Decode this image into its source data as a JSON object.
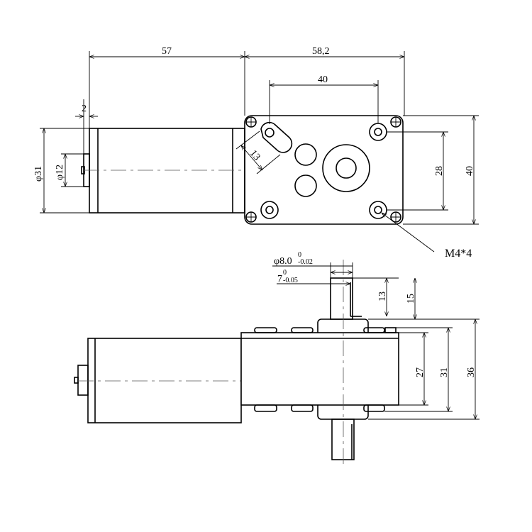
{
  "top_view": {
    "dim_motor_length": "57",
    "dim_gearbox_length": "58,2",
    "dim_hole_spacing_h": "40",
    "dim_hole_spacing_v": "28",
    "dim_gearbox_height": "40",
    "dim_motor_diameter": "φ31",
    "dim_boss_diameter": "φ12",
    "dim_boss_thickness": "2",
    "dim_slot": "13",
    "screw_callout": "M4*4"
  },
  "side_view": {
    "shaft_diameter": "φ8.0",
    "shaft_diameter_tol_upper": "0",
    "shaft_diameter_tol_lower": "-0.02",
    "shaft_flat": "7",
    "shaft_flat_tol_upper": "0",
    "shaft_flat_tol_lower": "-0.05",
    "dim_flat_length": "13",
    "dim_shaft_length": "15",
    "dim_27": "27",
    "dim_31": "31",
    "dim_36": "36"
  }
}
